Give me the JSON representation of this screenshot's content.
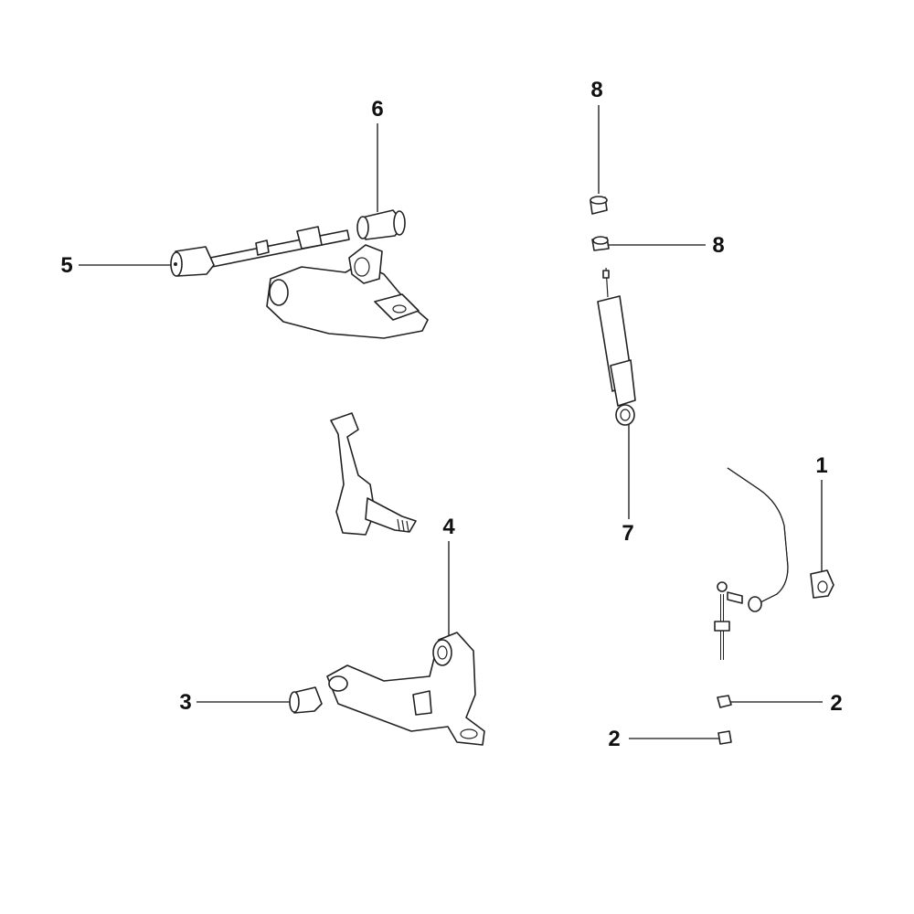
{
  "callouts": [
    {
      "id": "c8a",
      "label": "8"
    },
    {
      "id": "c6",
      "label": "6"
    },
    {
      "id": "c5",
      "label": "5"
    },
    {
      "id": "c8b",
      "label": "8"
    },
    {
      "id": "c7",
      "label": "7"
    },
    {
      "id": "c1",
      "label": "1"
    },
    {
      "id": "c4",
      "label": "4"
    },
    {
      "id": "c3",
      "label": "3"
    },
    {
      "id": "c2a",
      "label": "2"
    },
    {
      "id": "c2b",
      "label": "2"
    }
  ]
}
